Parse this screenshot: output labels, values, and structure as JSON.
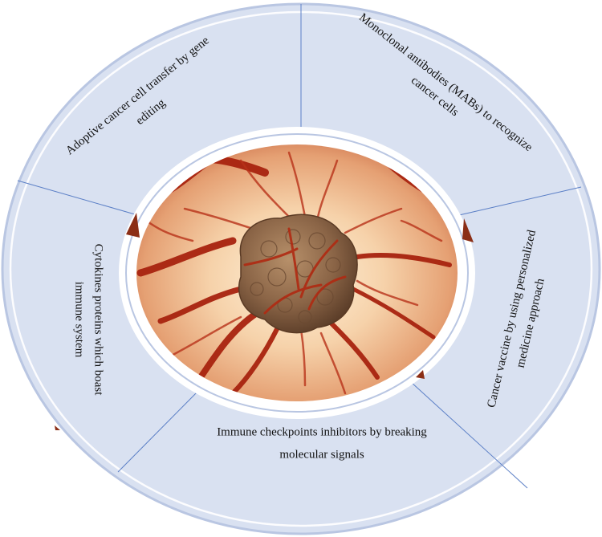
{
  "colors": {
    "ring_fill": "#d9e1f1",
    "ring_edge": "#b9c6e2",
    "divider": "#5b7fc6",
    "arrow": "#8b2e16",
    "text": "#111111"
  },
  "center_image": {
    "icon": "tumor-with-blood-vessels-icon"
  },
  "segments": [
    {
      "lines": [
        "Monoclonal antibodies (MABs) to recognize",
        "cancer cells"
      ]
    },
    {
      "lines": [
        "Cancer vaccine by using personalized",
        "medicine approach"
      ]
    },
    {
      "lines": [
        "Immune checkpoints inhibitors by breaking",
        "molecular signals"
      ]
    },
    {
      "lines": [
        "Cytokines proteins which boast",
        "immune system"
      ]
    },
    {
      "lines": [
        "Adoptive cancer cell transfer by gene",
        "editing"
      ]
    }
  ]
}
